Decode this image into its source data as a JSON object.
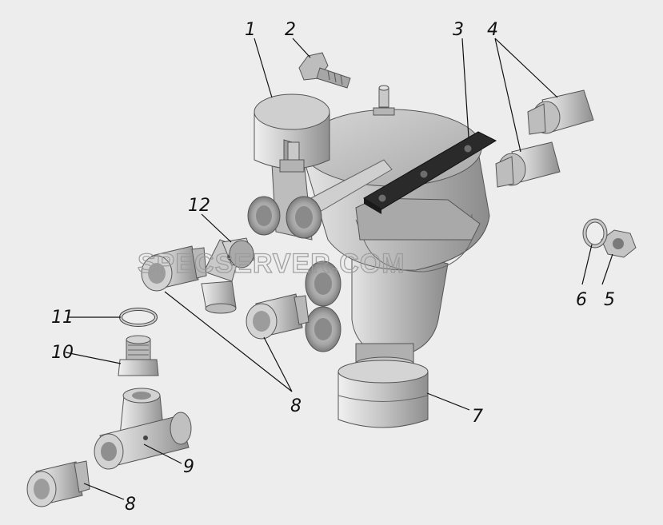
{
  "diagram": {
    "callouts": {
      "c1": "1",
      "c2": "2",
      "c3": "3",
      "c4": "4",
      "c5": "5",
      "c6": "6",
      "c7": "7",
      "c8a": "8",
      "c8b": "8",
      "c9": "9",
      "c10": "10",
      "c11": "11",
      "c12": "12"
    },
    "watermark": "SPECSERVER.COM"
  }
}
